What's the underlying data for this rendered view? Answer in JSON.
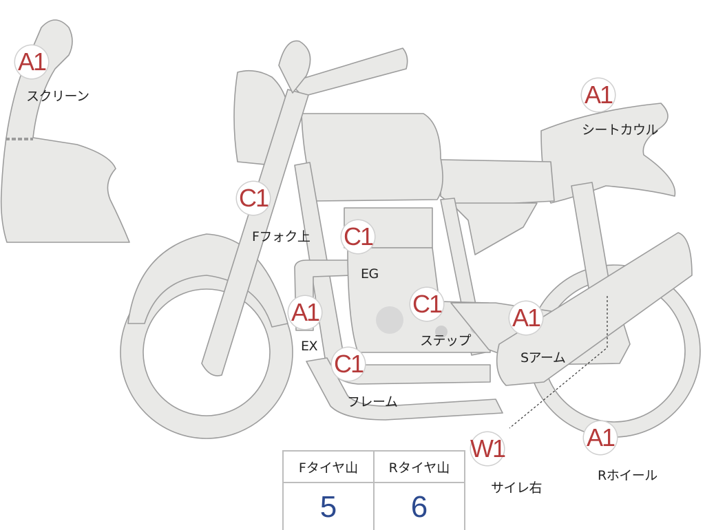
{
  "markers": [
    {
      "id": "screen",
      "code": "A1",
      "label": "スクリーン"
    },
    {
      "id": "seat-cowl",
      "code": "A1",
      "label": "シートカウル"
    },
    {
      "id": "f-fork-upper",
      "code": "C1",
      "label": "Fフォク上"
    },
    {
      "id": "engine",
      "code": "C1",
      "label": "EG"
    },
    {
      "id": "step",
      "code": "C1",
      "label": "ステップ"
    },
    {
      "id": "exhaust",
      "code": "A1",
      "label": "EX"
    },
    {
      "id": "frame",
      "code": "C1",
      "label": "フレーム"
    },
    {
      "id": "swing-arm",
      "code": "A1",
      "label": "Sアーム"
    },
    {
      "id": "silencer-right",
      "code": "W1",
      "label": "サイレ右"
    },
    {
      "id": "rear-wheel",
      "code": "A1",
      "label": "Rホイール"
    }
  ],
  "tread_table": {
    "front_header": "Fタイヤ山",
    "rear_header": "Rタイヤ山",
    "front_value": "5",
    "rear_value": "6"
  },
  "colors": {
    "part_fill": "#e9e9e7",
    "outline": "#9c9c9c",
    "code_text": "#b53a3a",
    "value_text": "#2c4a8f"
  }
}
